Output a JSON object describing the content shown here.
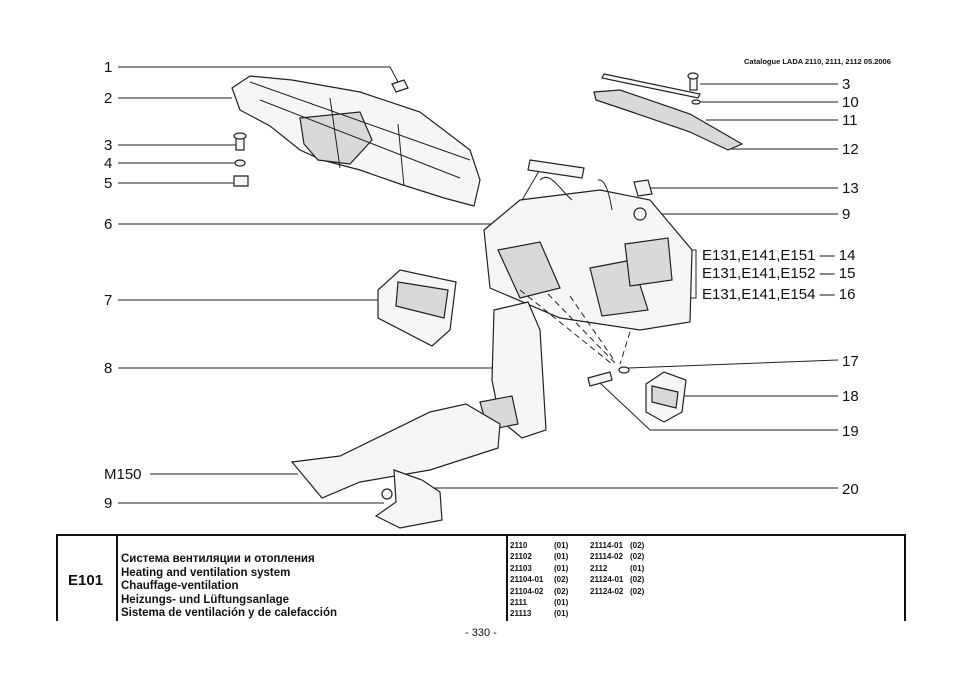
{
  "header": {
    "catalogue": "Catalogue LADA 2110, 2111, 2112  05.2006"
  },
  "callouts": [
    {
      "id": "c1",
      "label": "1"
    },
    {
      "id": "c2",
      "label": "2"
    },
    {
      "id": "c3l",
      "label": "3"
    },
    {
      "id": "c4",
      "label": "4"
    },
    {
      "id": "c5",
      "label": "5"
    },
    {
      "id": "c6",
      "label": "6"
    },
    {
      "id": "c7",
      "label": "7"
    },
    {
      "id": "c8",
      "label": "8"
    },
    {
      "id": "cm150",
      "label": "M150"
    },
    {
      "id": "c9l",
      "label": "9"
    },
    {
      "id": "c3r",
      "label": "3"
    },
    {
      "id": "c10",
      "label": "10"
    },
    {
      "id": "c11",
      "label": "11"
    },
    {
      "id": "c12",
      "label": "12"
    },
    {
      "id": "c13",
      "label": "13"
    },
    {
      "id": "c9r",
      "label": "9"
    },
    {
      "id": "c14",
      "label": "E131,E141,E151 — 14"
    },
    {
      "id": "c15",
      "label": "E131,E141,E152 — 15"
    },
    {
      "id": "c16",
      "label": "E131,E141,E154 — 16"
    },
    {
      "id": "c17",
      "label": "17"
    },
    {
      "id": "c18",
      "label": "18"
    },
    {
      "id": "c19",
      "label": "19"
    },
    {
      "id": "c20",
      "label": "20"
    }
  ],
  "footer": {
    "code": "E101",
    "titles": [
      "Система вентиляции и отопления",
      "Heating and ventilation system",
      "Chauffage-ventilation",
      "Heizungs- und Lüftungsanlage",
      "Sistema de ventilación y de calefacción"
    ],
    "models_col1": [
      "2110",
      "21102",
      "21103",
      "21104-01",
      "21104-02",
      "2111",
      "21113"
    ],
    "codes_col1": [
      "(01)",
      "(01)",
      "(01)",
      "(02)",
      "(02)",
      "(01)",
      "(01)"
    ],
    "models_col2": [
      "21114-01",
      "21114-02",
      "2112",
      "21124-01",
      "21124-02"
    ],
    "codes_col2": [
      "(02)",
      "(02)",
      "(01)",
      "(02)",
      "(02)"
    ],
    "page": "- 330 -"
  }
}
